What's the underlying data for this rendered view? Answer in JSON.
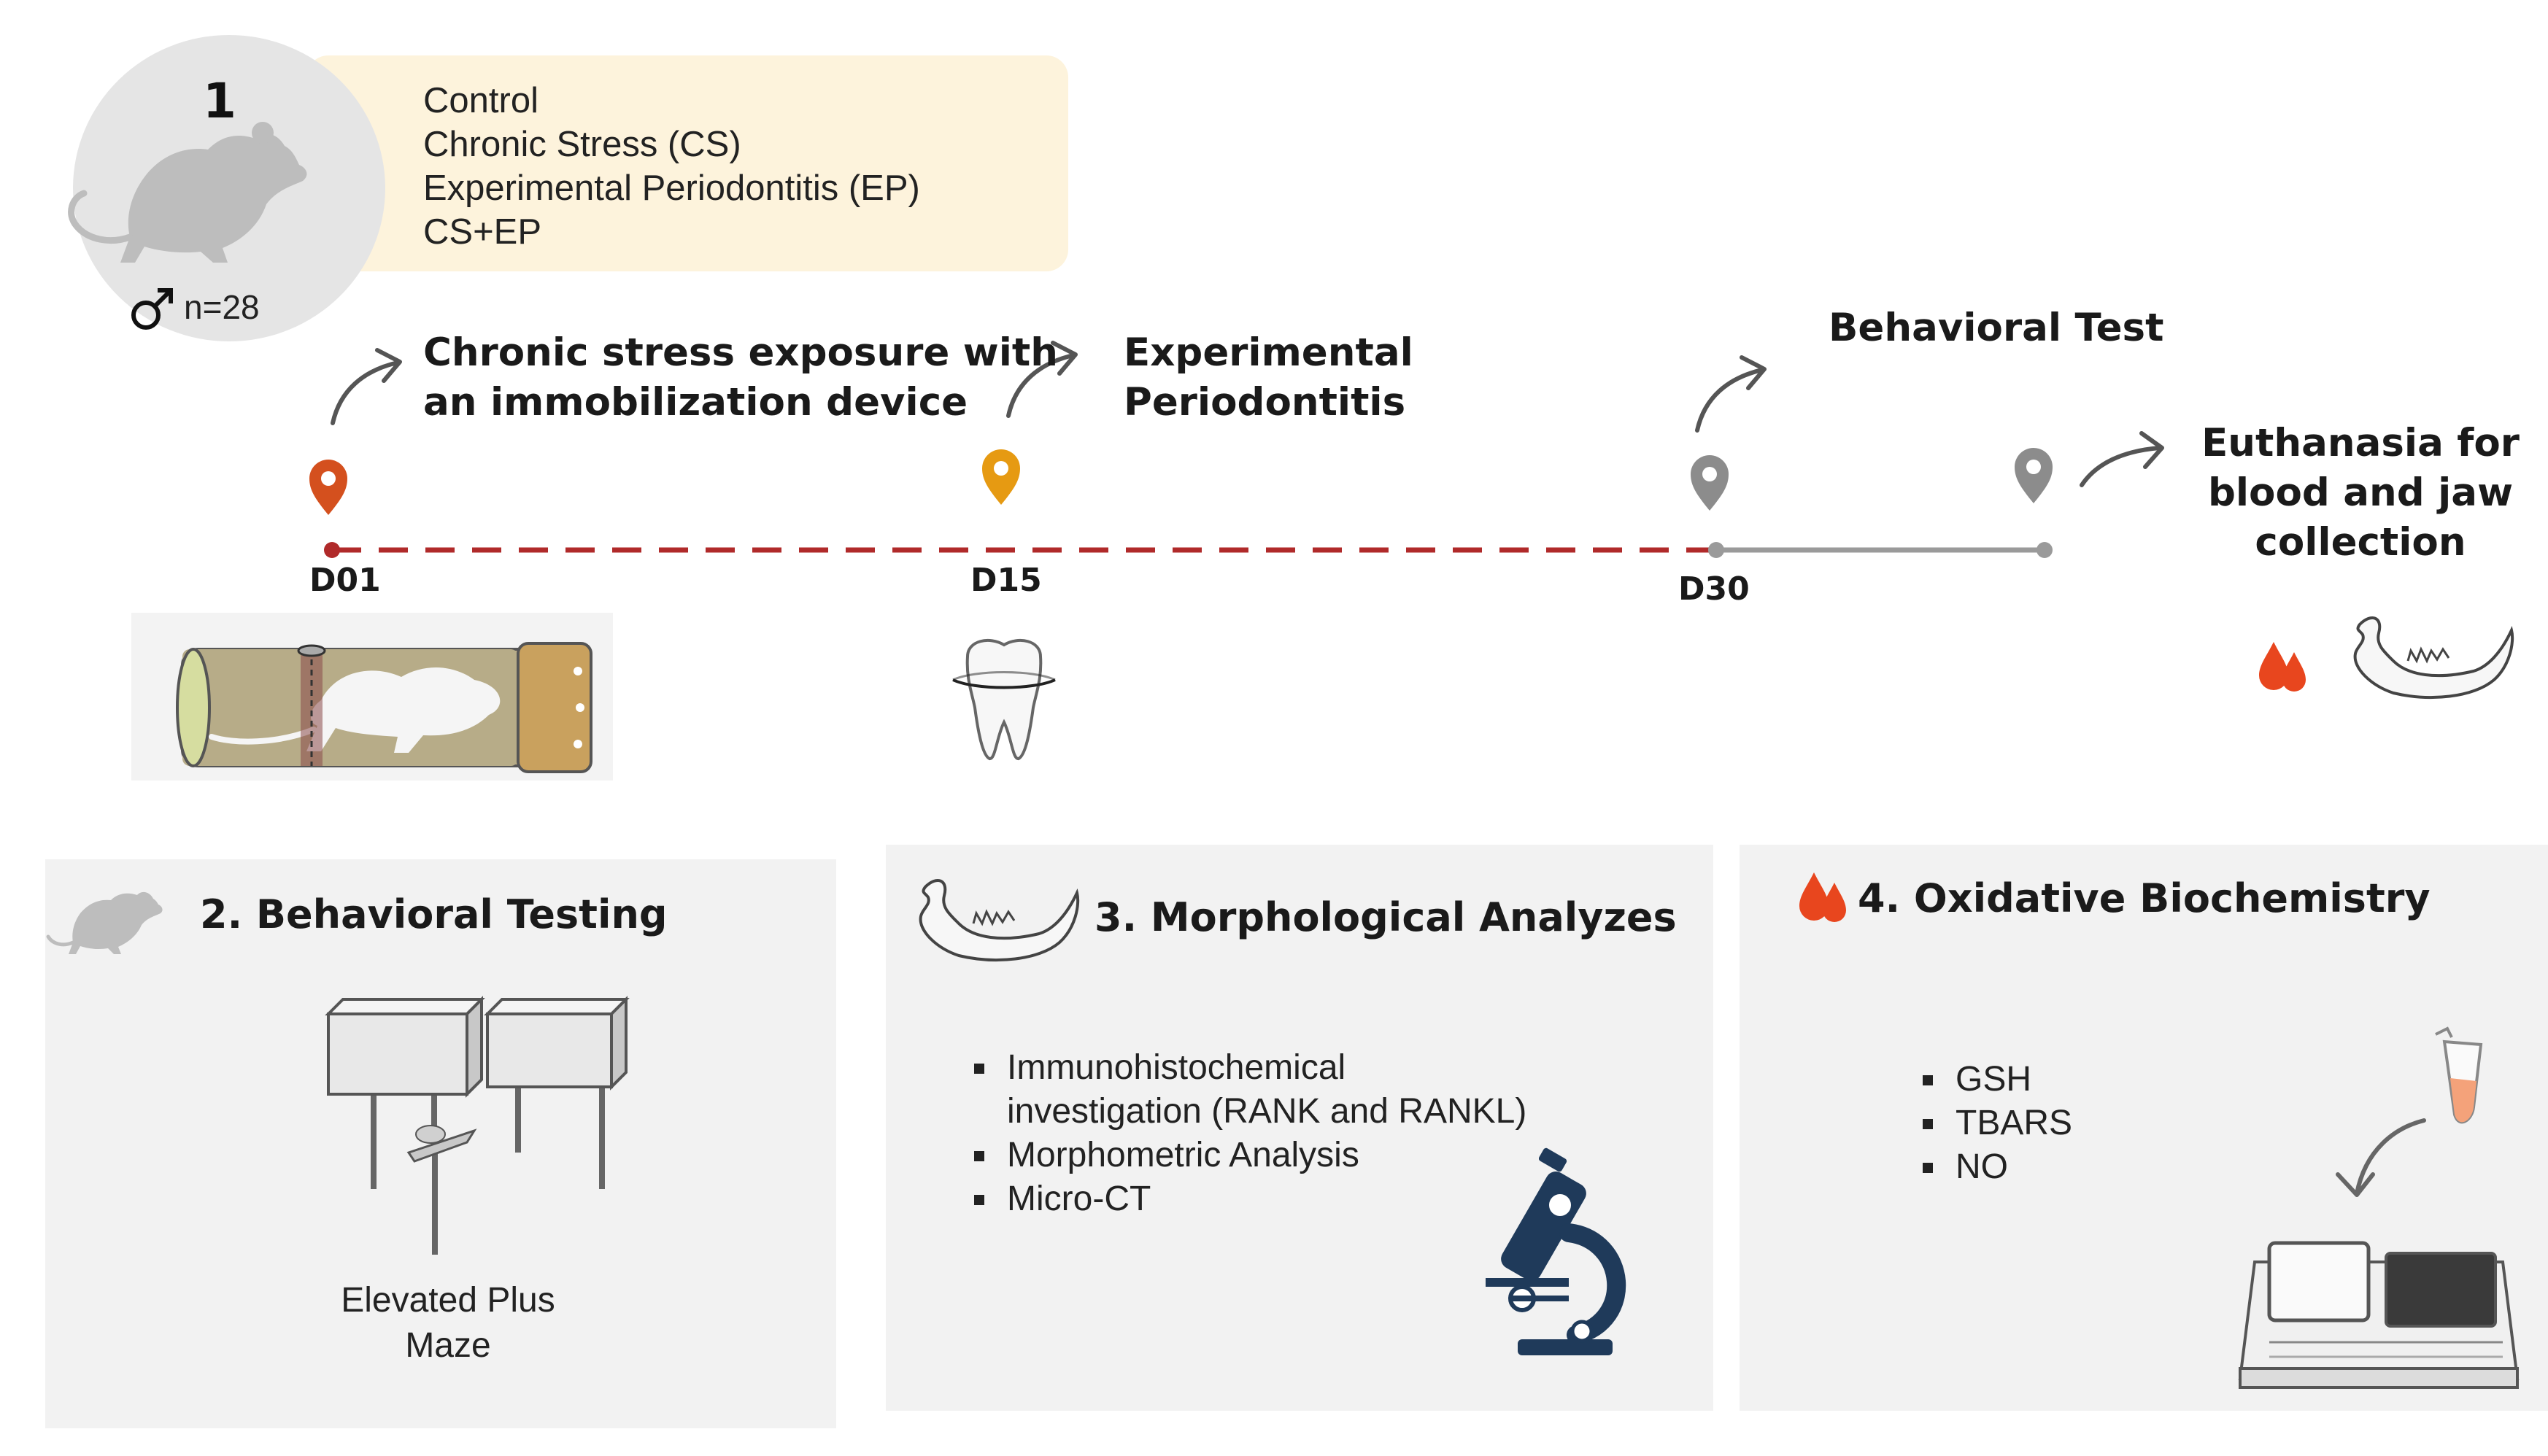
{
  "step1": {
    "number": "1",
    "groups": [
      "Control",
      "Chronic Stress (CS)",
      "Experimental Periodontitis (EP)",
      "CS+EP"
    ],
    "sample_size": "n=28"
  },
  "timeline": {
    "events": [
      {
        "day": "D01",
        "label_line1": "Chronic stress exposure with",
        "label_line2": "an immobilization device",
        "pin_color": "#d4501e"
      },
      {
        "day": "D15",
        "label_line1": "Experimental",
        "label_line2": "Periodontitis",
        "pin_color": "#e69a12"
      },
      {
        "day": "D30",
        "label": "Behavioral Test",
        "pin_color": "#8c8c8c"
      },
      {
        "label_line1": "Euthanasia for",
        "label_line2": "blood and jaw",
        "label_line3": "collection",
        "pin_color": "#8c8c8c"
      }
    ],
    "dashed_color": "#b02a2a",
    "solid_color": "#9a9a9a"
  },
  "panels": {
    "behavioral": {
      "title": "2. Behavioral Testing",
      "caption_line1": "Elevated Plus",
      "caption_line2": "Maze"
    },
    "morphological": {
      "title": "3. Morphological Analyzes",
      "items": [
        "Immunohistochemical",
        "investigation (RANK and RANKL)",
        "Morphometric Analysis",
        "Micro-CT"
      ]
    },
    "oxidative": {
      "title": "4. Oxidative Biochemistry",
      "items": [
        "GSH",
        "TBARS",
        "NO"
      ]
    }
  },
  "colors": {
    "blood": "#e8461e",
    "groups_box": "#fdf3dc",
    "panel_bg": "#f2f2f2",
    "icon_gray": "#c8c8c8"
  }
}
